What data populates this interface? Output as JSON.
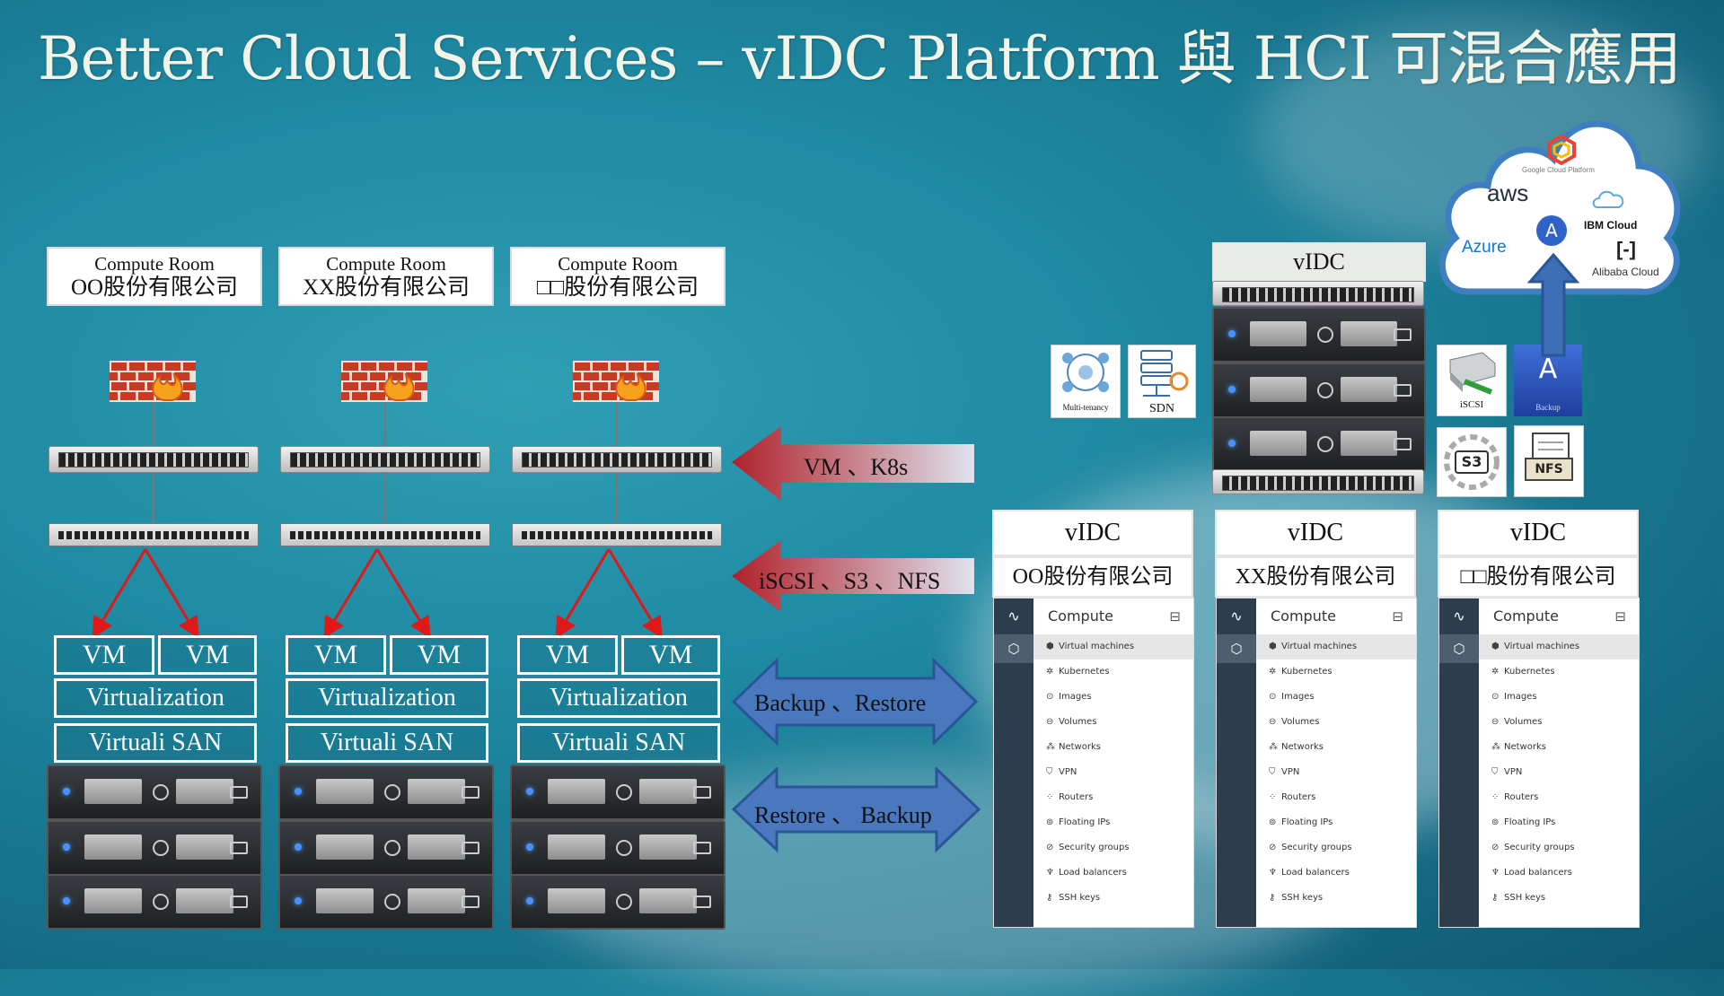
{
  "title": "Better Cloud Services – vIDC Platform 與 HCI 可混合應用",
  "compute_rooms": [
    {
      "line1": "Compute Room",
      "line2": "OO股份有限公司"
    },
    {
      "line1": "Compute Room",
      "line2": "XX股份有限公司"
    },
    {
      "line1": "Compute Room",
      "line2": "□□股份有限公司"
    }
  ],
  "stack": {
    "vm": "VM",
    "virtualization": "Virtualization",
    "vsan": "Virtuali SAN"
  },
  "arrows": {
    "vm_k8s": "VM 、K8s",
    "storage": "iSCSI 、S3 、NFS",
    "backup_restore": "Backup 、Restore",
    "restore_backup": "Restore 、 Backup"
  },
  "vidc_rack_label": "vIDC",
  "services": {
    "multi_tenancy": "Multi-tenancy",
    "sdn": "SDN",
    "iscsi": "iSCSI",
    "backup": "Backup",
    "s3": "S3",
    "nfs": "NFS"
  },
  "cloud": {
    "gcp": "Google Cloud Platform",
    "aws": "aws",
    "azure": "Azure",
    "ibm": "IBM Cloud",
    "alibaba": "Alibaba Cloud"
  },
  "tenants": [
    {
      "label": "vIDC",
      "company": "OO股份有限公司"
    },
    {
      "label": "vIDC",
      "company": "XX股份有限公司"
    },
    {
      "label": "vIDC",
      "company": "□□股份有限公司"
    }
  ],
  "dashboard": {
    "header": "Compute",
    "menu": [
      "Virtual machines",
      "Kubernetes",
      "Images",
      "Volumes",
      "Networks",
      "VPN",
      "Routers",
      "Floating IPs",
      "Security groups",
      "Load balancers",
      "SSH keys"
    ]
  },
  "colors": {
    "red_arrow": "#c0392b",
    "blue_arrow": "#3d6fb6",
    "cloud_border": "#3f7fc1"
  }
}
